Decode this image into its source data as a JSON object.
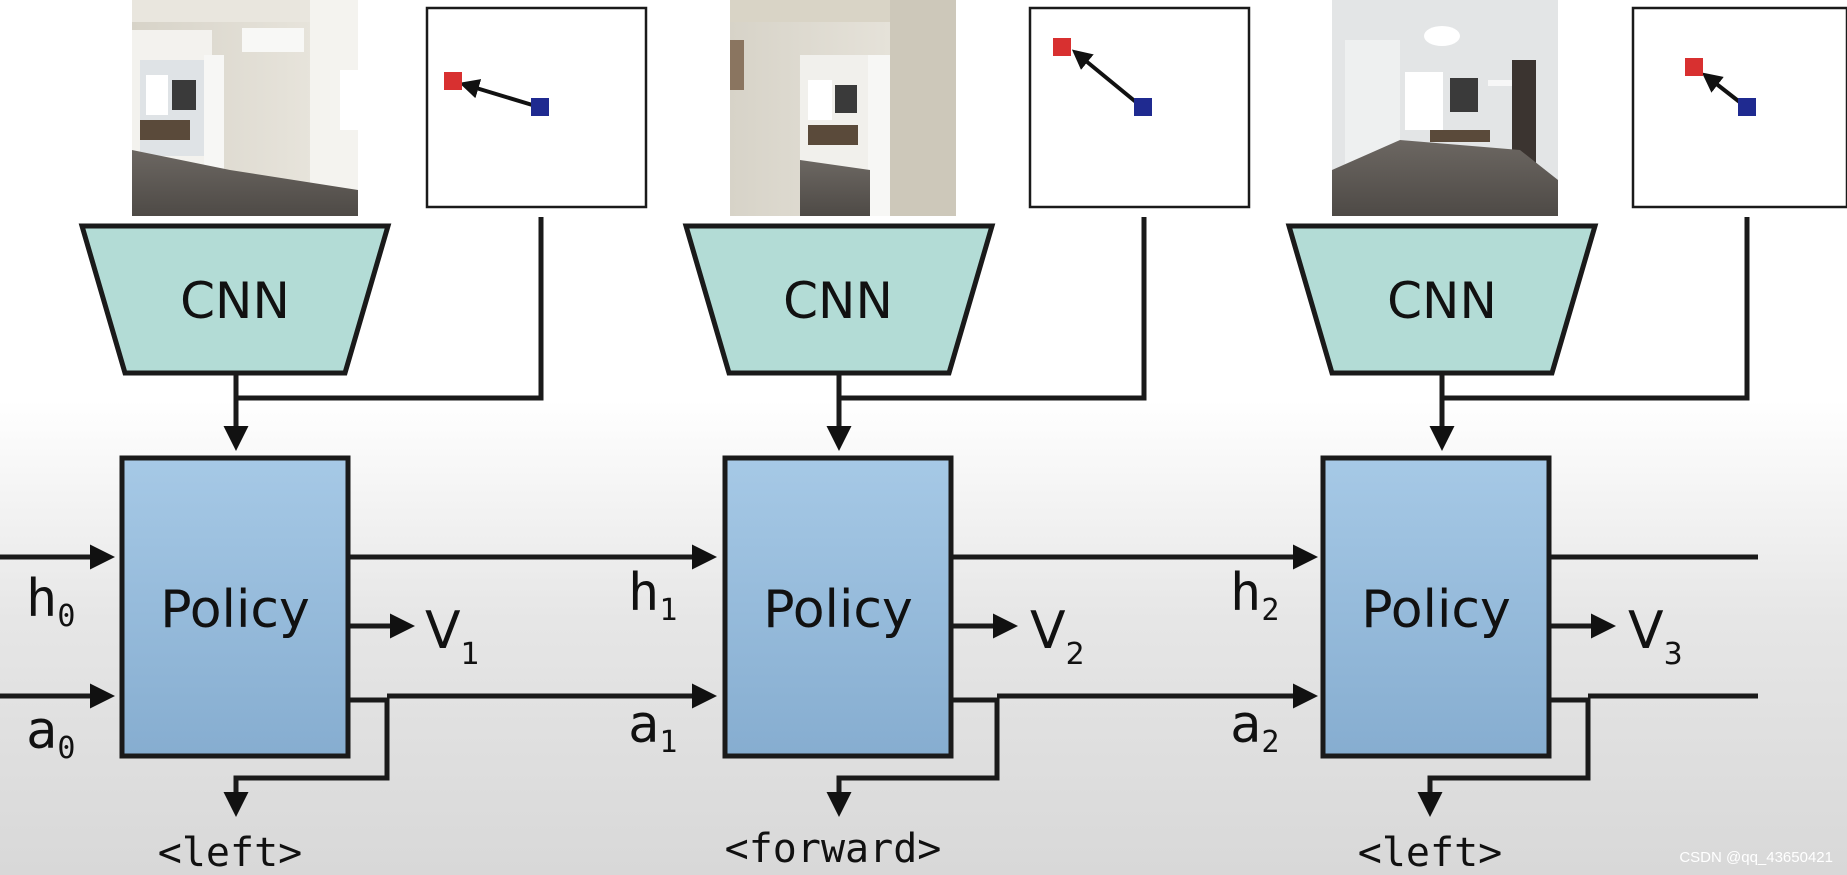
{
  "colors": {
    "cnn_fill": "#b3dcd6",
    "policy_fill_top": "#a6c9e6",
    "policy_fill_bottom": "#86add0",
    "stroke": "#1a1a1a",
    "goal_marker": "#d83030",
    "agent_marker": "#1f2a90"
  },
  "steps": [
    {
      "cnn_label": "CNN",
      "policy_label": "Policy",
      "hidden_base": "h",
      "hidden_sub": "0",
      "action_base": "a",
      "action_sub": "0",
      "value_base": "V",
      "value_sub": "1",
      "output_action": "<left>"
    },
    {
      "cnn_label": "CNN",
      "policy_label": "Policy",
      "hidden_base": "h",
      "hidden_sub": "1",
      "action_base": "a",
      "action_sub": "1",
      "value_base": "V",
      "value_sub": "2",
      "output_action": "<forward>"
    },
    {
      "cnn_label": "CNN",
      "policy_label": "Policy",
      "hidden_base": "h",
      "hidden_sub": "2",
      "action_base": "a",
      "action_sub": "2",
      "value_base": "V",
      "value_sub": "3",
      "output_action": "<left>"
    }
  ],
  "watermark": "CSDN @qq_43650421"
}
